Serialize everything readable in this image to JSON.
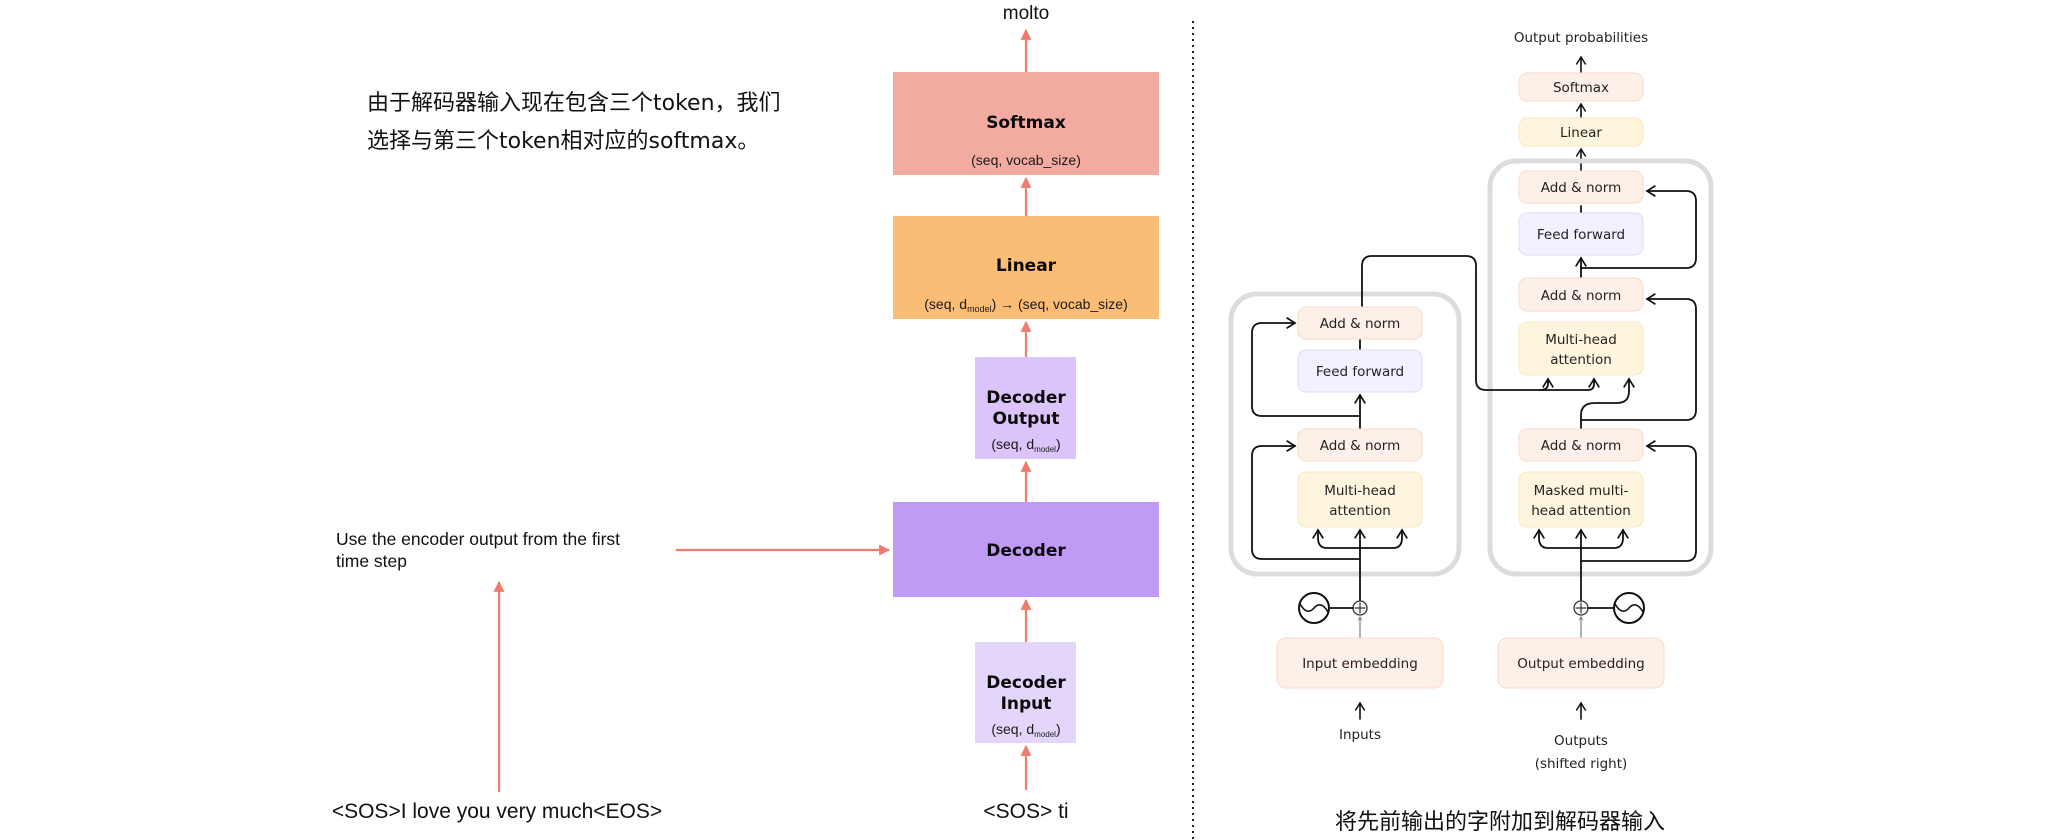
{
  "colors": {
    "arrow": "#ef7b6c",
    "softmax_block": "#f2aba1",
    "linear_block": "#fbbd76",
    "decoder_block": "#bf9bf5",
    "decoder_output_block": "#dbc4fa",
    "decoder_input_block": "#e4d6fb",
    "tf_addnorm_fill": "#fdf0e8",
    "tf_addnorm_stroke": "#fbd9c6",
    "tf_attention_fill": "#fef5de",
    "tf_attention_stroke": "#fbe6bd",
    "tf_ff_fill": "#f3f1fd",
    "tf_ff_stroke": "#dcdcfb",
    "tf_container": "#dcdcdc",
    "tf_line": "#111111"
  },
  "left_panel": {
    "note_cn_line1": "由于解码器输入现在包含三个token，我们",
    "note_cn_line2": "选择与第三个token相对应的softmax。",
    "encoder_note_line1": "Use the encoder output from the first",
    "encoder_note_line2": "time step",
    "source_sentence": "<SOS>I love you very much<EOS>",
    "output_token": "molto",
    "decoder_input_tokens": "<SOS> ti",
    "blocks": {
      "softmax": {
        "title": "Softmax",
        "shape": "(seq, vocab_size)"
      },
      "linear": {
        "title": "Linear",
        "shape_prefix": "(seq, d",
        "shape_sub": "model",
        "shape_suffix": ") → (seq, vocab_size)"
      },
      "decoder_output": {
        "title_line1": "Decoder",
        "title_line2": "Output",
        "shape_prefix": "(seq, d",
        "shape_sub": "model",
        "shape_suffix": ")"
      },
      "decoder": {
        "title": "Decoder"
      },
      "decoder_input": {
        "title_line1": "Decoder",
        "title_line2": "Input",
        "shape_prefix": "(seq, d",
        "shape_sub": "model",
        "shape_suffix": ")"
      }
    }
  },
  "right_panel": {
    "output_probabilities": "Output probabilities",
    "softmax": "Softmax",
    "linear": "Linear",
    "encoder": {
      "add_norm_top": "Add & norm",
      "feed_forward": "Feed forward",
      "add_norm_bottom": "Add & norm",
      "attention_line1": "Multi-head",
      "attention_line2": "attention",
      "embedding": "Input embedding",
      "inputs_label": "Inputs"
    },
    "decoder": {
      "add_norm_top": "Add & norm",
      "feed_forward": "Feed forward",
      "add_norm_mid": "Add & norm",
      "cross_attention_line1": "Multi-head",
      "cross_attention_line2": "attention",
      "add_norm_bottom": "Add & norm",
      "masked_attention_line1": "Masked multi-",
      "masked_attention_line2": "head attention",
      "embedding": "Output embedding",
      "outputs_label_line1": "Outputs",
      "outputs_label_line2": "(shifted right)"
    },
    "caption_cn": "将先前输出的字附加到解码器输入"
  }
}
